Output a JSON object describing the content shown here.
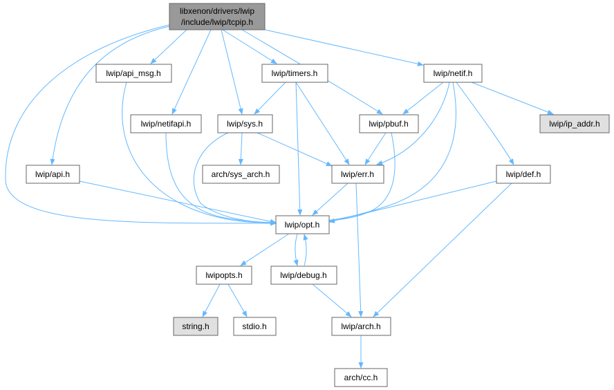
{
  "diagram": {
    "colors": {
      "root_fill": "#999999",
      "node_fill": "#ffffff",
      "missing_fill": "#e0e0e0",
      "border": "#666666",
      "edge": "#63b8ff"
    },
    "nodes": {
      "tcpip": {
        "lines": [
          "libxenon/drivers/lwip",
          "/include/lwip/tcpip.h"
        ],
        "kind": "root"
      },
      "api_msg": {
        "lines": [
          "lwip/api_msg.h"
        ],
        "kind": "normal"
      },
      "timers": {
        "lines": [
          "lwip/timers.h"
        ],
        "kind": "normal"
      },
      "netif": {
        "lines": [
          "lwip/netif.h"
        ],
        "kind": "normal"
      },
      "netifapi": {
        "lines": [
          "lwip/netifapi.h"
        ],
        "kind": "normal"
      },
      "sys": {
        "lines": [
          "lwip/sys.h"
        ],
        "kind": "normal"
      },
      "pbuf": {
        "lines": [
          "lwip/pbuf.h"
        ],
        "kind": "normal"
      },
      "ip_addr": {
        "lines": [
          "lwip/ip_addr.h"
        ],
        "kind": "missing"
      },
      "api": {
        "lines": [
          "lwip/api.h"
        ],
        "kind": "normal"
      },
      "sys_arch": {
        "lines": [
          "arch/sys_arch.h"
        ],
        "kind": "normal"
      },
      "err": {
        "lines": [
          "lwip/err.h"
        ],
        "kind": "normal"
      },
      "def": {
        "lines": [
          "lwip/def.h"
        ],
        "kind": "normal"
      },
      "opt": {
        "lines": [
          "lwip/opt.h"
        ],
        "kind": "normal"
      },
      "lwipopts": {
        "lines": [
          "lwipopts.h"
        ],
        "kind": "normal"
      },
      "debug": {
        "lines": [
          "lwip/debug.h"
        ],
        "kind": "normal"
      },
      "string": {
        "lines": [
          "string.h"
        ],
        "kind": "missing"
      },
      "stdio": {
        "lines": [
          "stdio.h"
        ],
        "kind": "normal"
      },
      "arch": {
        "lines": [
          "lwip/arch.h"
        ],
        "kind": "normal"
      },
      "cc": {
        "lines": [
          "arch/cc.h"
        ],
        "kind": "normal"
      }
    },
    "edges": [
      [
        "tcpip",
        "api_msg"
      ],
      [
        "tcpip",
        "timers"
      ],
      [
        "tcpip",
        "netif"
      ],
      [
        "tcpip",
        "netifapi"
      ],
      [
        "tcpip",
        "sys"
      ],
      [
        "tcpip",
        "pbuf"
      ],
      [
        "tcpip",
        "api"
      ],
      [
        "tcpip",
        "opt"
      ],
      [
        "api_msg",
        "opt"
      ],
      [
        "timers",
        "sys"
      ],
      [
        "timers",
        "err"
      ],
      [
        "timers",
        "opt"
      ],
      [
        "netif",
        "pbuf"
      ],
      [
        "netif",
        "ip_addr"
      ],
      [
        "netif",
        "err"
      ],
      [
        "netif",
        "def"
      ],
      [
        "netif",
        "opt"
      ],
      [
        "netifapi",
        "opt"
      ],
      [
        "sys",
        "sys_arch"
      ],
      [
        "sys",
        "err"
      ],
      [
        "sys",
        "opt"
      ],
      [
        "pbuf",
        "err"
      ],
      [
        "pbuf",
        "opt"
      ],
      [
        "api",
        "opt"
      ],
      [
        "err",
        "opt"
      ],
      [
        "err",
        "arch"
      ],
      [
        "def",
        "opt"
      ],
      [
        "def",
        "arch"
      ],
      [
        "opt",
        "lwipopts"
      ],
      [
        "opt",
        "debug"
      ],
      [
        "debug",
        "opt"
      ],
      [
        "debug",
        "arch"
      ],
      [
        "lwipopts",
        "string"
      ],
      [
        "lwipopts",
        "stdio"
      ],
      [
        "arch",
        "cc"
      ]
    ]
  }
}
